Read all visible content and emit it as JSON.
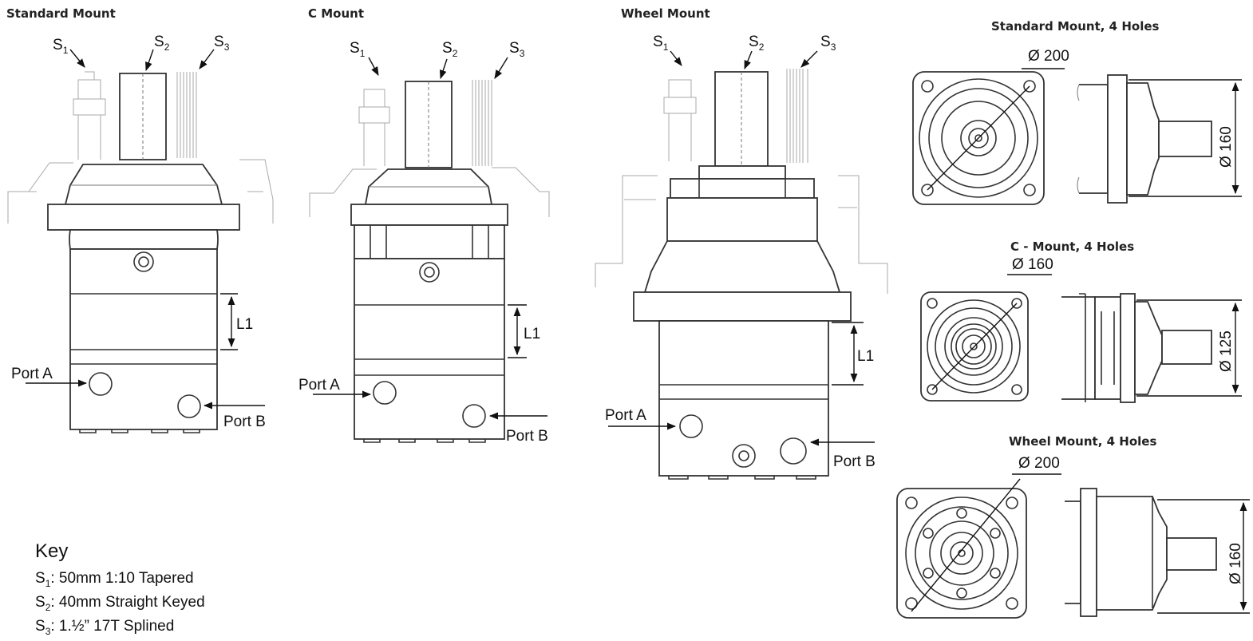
{
  "views": [
    {
      "title": "Standard Mount",
      "shafts": [
        "S",
        "S",
        "S"
      ],
      "shaft_subs": [
        "1",
        "2",
        "3"
      ],
      "dim": "L1",
      "port_a": "Port A",
      "port_b": "Port B"
    },
    {
      "title": "C Mount",
      "shafts": [
        "S",
        "S",
        "S"
      ],
      "shaft_subs": [
        "1",
        "2",
        "3"
      ],
      "dim": "L1",
      "port_a": "Port A",
      "port_b": "Port B"
    },
    {
      "title": "Wheel Mount",
      "shafts": [
        "S",
        "S",
        "S"
      ],
      "shaft_subs": [
        "1",
        "2",
        "3"
      ],
      "dim": "L1",
      "port_a": "Port A",
      "port_b": "Port B"
    }
  ],
  "flanges": [
    {
      "title": "Standard Mount, 4 Holes",
      "pcd": "Ø 200",
      "pilot": "Ø 160"
    },
    {
      "title": "C - Mount, 4 Holes",
      "pcd": "Ø 160",
      "pilot": "Ø 125"
    },
    {
      "title": "Wheel Mount, 4 Holes",
      "pcd": "Ø 200",
      "pilot": "Ø 160"
    }
  ],
  "key": {
    "heading": "Key",
    "items": [
      {
        "sym": "S",
        "sub": "1",
        "text": ": 50mm 1:10 Tapered"
      },
      {
        "sym": "S",
        "sub": "2",
        "text": ": 40mm Straight Keyed"
      },
      {
        "sym": "S",
        "sub": "3",
        "text": ": 1.½” 17T Splined"
      }
    ]
  }
}
